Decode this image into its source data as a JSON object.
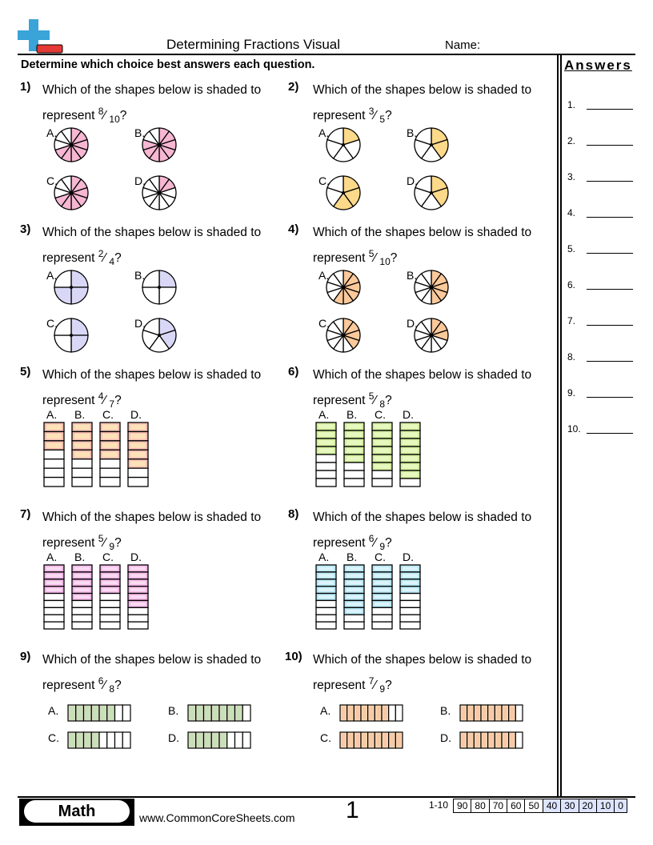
{
  "header": {
    "title": "Determining Fractions Visual",
    "name_label": "Name:",
    "instructions": "Determine which choice best answers each question."
  },
  "answers": {
    "title": "Answers",
    "items": [
      "1.",
      "2.",
      "3.",
      "4.",
      "5.",
      "6.",
      "7.",
      "8.",
      "9.",
      "10."
    ]
  },
  "question_prefix": "Which of the shapes below is shaded to",
  "represent": "represent",
  "questions": [
    {
      "num": "1)",
      "numer": "8",
      "denom": "10",
      "type": "pie",
      "n": 10,
      "color": "#f7b6d2",
      "options": [
        {
          "label": "A.",
          "shaded": 7
        },
        {
          "label": "B.",
          "shaded": 8
        },
        {
          "label": "C.",
          "shaded": 7
        },
        {
          "label": "D.",
          "shaded": 2
        }
      ]
    },
    {
      "num": "2)",
      "numer": "3",
      "denom": "5",
      "type": "pie",
      "n": 5,
      "color": "#fdd98a",
      "options": [
        {
          "label": "A.",
          "shaded": 1
        },
        {
          "label": "B.",
          "shaded": 2
        },
        {
          "label": "C.",
          "shaded": 3
        },
        {
          "label": "D.",
          "shaded": 2
        }
      ]
    },
    {
      "num": "3)",
      "numer": "2",
      "denom": "4",
      "type": "pie",
      "n": 4,
      "color": "#d8d8f6",
      "options": [
        {
          "label": "A.",
          "shaded": 3,
          "n": 4
        },
        {
          "label": "B.",
          "shaded": 1,
          "n": 4
        },
        {
          "label": "C.",
          "shaded": 2,
          "n": 4
        },
        {
          "label": "D.",
          "shaded": 2,
          "n": 5
        }
      ]
    },
    {
      "num": "4)",
      "numer": "5",
      "denom": "10",
      "type": "pie",
      "n": 10,
      "color": "#fcc99a",
      "options": [
        {
          "label": "A.",
          "shaded": 6
        },
        {
          "label": "B.",
          "shaded": 5
        },
        {
          "label": "C.",
          "shaded": 4
        },
        {
          "label": "D.",
          "shaded": 3
        }
      ]
    },
    {
      "num": "5)",
      "numer": "4",
      "denom": "7",
      "type": "vbar",
      "n": 7,
      "color": "#f9c0b4",
      "inner": "#fde2b8",
      "options": [
        {
          "label": "A.",
          "shaded": 3
        },
        {
          "label": "B.",
          "shaded": 4
        },
        {
          "label": "C.",
          "shaded": 4
        },
        {
          "label": "D.",
          "shaded": 5
        }
      ]
    },
    {
      "num": "6)",
      "numer": "5",
      "denom": "8",
      "type": "vbar",
      "n": 8,
      "color": "#d4f0a0",
      "inner": "#e8f8c0",
      "options": [
        {
          "label": "A.",
          "shaded": 4
        },
        {
          "label": "B.",
          "shaded": 5
        },
        {
          "label": "C.",
          "shaded": 6
        },
        {
          "label": "D.",
          "shaded": 7
        }
      ]
    },
    {
      "num": "7)",
      "numer": "5",
      "denom": "9",
      "type": "vbar",
      "n": 9,
      "color": "#f5b8e8",
      "inner": "#fadcf2",
      "options": [
        {
          "label": "A.",
          "shaded": 4
        },
        {
          "label": "B.",
          "shaded": 5
        },
        {
          "label": "C.",
          "shaded": 4
        },
        {
          "label": "D.",
          "shaded": 6
        }
      ]
    },
    {
      "num": "8)",
      "numer": "6",
      "denom": "9",
      "type": "vbar",
      "n": 9,
      "color": "#b8e8f5",
      "inner": "#dcf4fa",
      "options": [
        {
          "label": "A.",
          "shaded": 5
        },
        {
          "label": "B.",
          "shaded": 7
        },
        {
          "label": "C.",
          "shaded": 6
        },
        {
          "label": "D.",
          "shaded": 4
        }
      ]
    },
    {
      "num": "9)",
      "numer": "6",
      "denom": "8",
      "type": "hbar",
      "n": 8,
      "color": "#d4dcc0",
      "inner": "#c8e0b8",
      "options": [
        {
          "label": "A.",
          "shaded": 6
        },
        {
          "label": "B.",
          "shaded": 7
        },
        {
          "label": "C.",
          "shaded": 4
        },
        {
          "label": "D.",
          "shaded": 5
        }
      ]
    },
    {
      "num": "10)",
      "numer": "7",
      "denom": "9",
      "type": "hbar",
      "n": 9,
      "color": "#fcd8b0",
      "inner": "#f8c8a8",
      "options": [
        {
          "label": "A.",
          "shaded": 7
        },
        {
          "label": "B.",
          "shaded": 8
        },
        {
          "label": "C.",
          "shaded": 9
        },
        {
          "label": "D.",
          "shaded": 8
        }
      ]
    }
  ],
  "footer": {
    "subject": "Math",
    "site": "www.CommonCoreSheets.com",
    "page": "1",
    "score_label": "1-10",
    "scores": [
      "90",
      "80",
      "70",
      "60",
      "50",
      "40",
      "30",
      "20",
      "10",
      "0"
    ]
  }
}
